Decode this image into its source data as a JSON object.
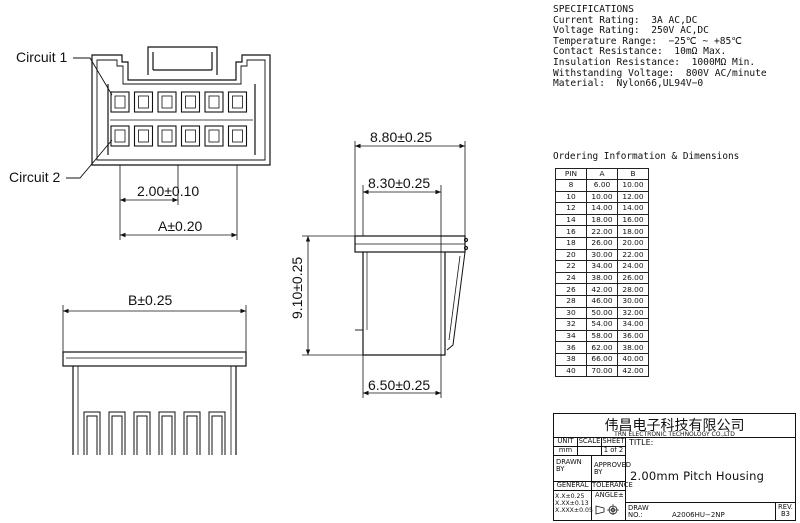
{
  "labels": {
    "circuit1": "Circuit 1",
    "circuit2": "Circuit 2",
    "pitch": "2.00±0.10",
    "dim_a": "A±0.20",
    "dim_b": "B±0.25",
    "width_outer": "8.80±0.25",
    "width_inner": "8.30±0.25",
    "height": "9.10±0.25",
    "bottom_width": "6.50±0.25"
  },
  "specifications": {
    "title": "SPECIFICATIONS",
    "lines": [
      "Current Rating:  3A AC,DC",
      "Voltage Rating:  250V AC,DC",
      "Temperature Range:  −25℃ ~ +85℃",
      "Contact Resistance:  10mΩ Max.",
      "Insulation Resistance:  1000MΩ Min.",
      "Withstanding Voltage:  800V AC/minute",
      "Material:  Nylon66,UL94V−0"
    ]
  },
  "ordering": {
    "title": "Ordering Information & Dimensions",
    "headers": [
      "PIN",
      "A",
      "B"
    ],
    "rows": [
      [
        "8",
        "6.00",
        "10.00"
      ],
      [
        "10",
        "10.00",
        "12.00"
      ],
      [
        "12",
        "14.00",
        "14.00"
      ],
      [
        "14",
        "18.00",
        "16.00"
      ],
      [
        "16",
        "22.00",
        "18.00"
      ],
      [
        "18",
        "26.00",
        "20.00"
      ],
      [
        "20",
        "30.00",
        "22.00"
      ],
      [
        "22",
        "34.00",
        "24.00"
      ],
      [
        "24",
        "38.00",
        "26.00"
      ],
      [
        "26",
        "42.00",
        "28.00"
      ],
      [
        "28",
        "46.00",
        "30.00"
      ],
      [
        "30",
        "50.00",
        "32.00"
      ],
      [
        "32",
        "54.00",
        "34.00"
      ],
      [
        "34",
        "58.00",
        "36.00"
      ],
      [
        "36",
        "62.00",
        "38.00"
      ],
      [
        "38",
        "66.00",
        "40.00"
      ],
      [
        "40",
        "70.00",
        "42.00"
      ]
    ]
  },
  "title_block": {
    "company_cn": "伟昌电子科技有限公司",
    "company_en": "TRN ELECTRONIC TECHNOLOGY CO.,LTD",
    "unit_label": "UNIT",
    "unit_value": "mm",
    "scale_label": "SCALE",
    "sheet_label": "SHEET",
    "sheet_value": "1 of 2",
    "title_label": "TITLE:",
    "drawn_by": "DRAWN BY",
    "approved_by_1": "APPROVED",
    "approved_by_2": "BY",
    "title_value": "2.00mm  Pitch  Housing",
    "general": "GENERAL",
    "tolerance": "TOLERANCE",
    "tol_1": "X.X±0.25",
    "tol_2": "X.XX±0.13",
    "tol_3": "X.XXX±0.05",
    "angle": "ANGLE±",
    "draw_label_1": "DRAW",
    "draw_label_2": "NO.:",
    "draw_no": "A2006HU−2NP",
    "rev_label": "REV.",
    "rev_value": "B3"
  }
}
